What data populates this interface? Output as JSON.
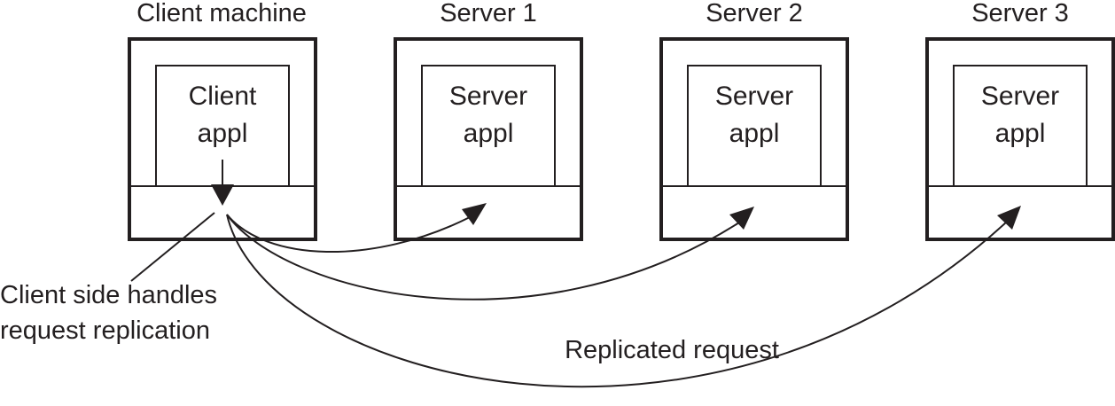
{
  "nodes": [
    {
      "id": "client",
      "title": "Client machine",
      "app_line1": "Client",
      "app_line2": "appl"
    },
    {
      "id": "server1",
      "title": "Server 1",
      "app_line1": "Server",
      "app_line2": "appl"
    },
    {
      "id": "server2",
      "title": "Server 2",
      "app_line1": "Server",
      "app_line2": "appl"
    },
    {
      "id": "server3",
      "title": "Server 3",
      "app_line1": "Server",
      "app_line2": "appl"
    }
  ],
  "annotations": {
    "client_side_line1": "Client side handles",
    "client_side_line2": "request replication",
    "replicated_request": "Replicated request"
  }
}
